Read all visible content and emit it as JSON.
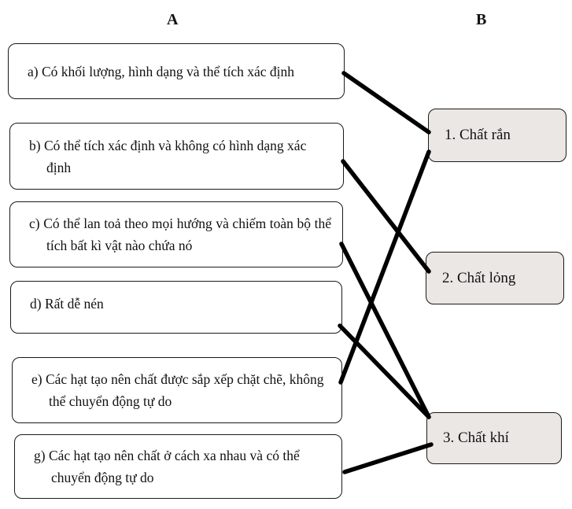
{
  "headers": {
    "column_a": "A",
    "column_b": "B"
  },
  "column_a": [
    {
      "id": "a",
      "label": "a)",
      "text": "Có khối lượng, hình dạng và thể tích xác định",
      "matches": 1
    },
    {
      "id": "b",
      "label": "b)",
      "text": "Có thể tích xác định và không có hình dạng xác định",
      "matches": 2
    },
    {
      "id": "c",
      "label": "c)",
      "text": "Có thể lan toả theo mọi hướng và chiếm toàn bộ thể tích bất kì vật nào chứa nó",
      "matches": 3
    },
    {
      "id": "d",
      "label": "d)",
      "text": "Rất dễ nén",
      "matches": 3
    },
    {
      "id": "e",
      "label": "e)",
      "text": "Các hạt tạo nên chất được sắp xếp chặt chẽ, không thể chuyển động tự do",
      "matches": 1
    },
    {
      "id": "g",
      "label": "g)",
      "text": "Các hạt tạo nên chất ở cách xa nhau và có thể chuyển động tự do",
      "matches": 3
    }
  ],
  "column_b": [
    {
      "id": 1,
      "text": "1. Chất rắn"
    },
    {
      "id": 2,
      "text": "2. Chất lỏng"
    },
    {
      "id": 3,
      "text": "3. Chất khí"
    }
  ],
  "connections": [
    {
      "from": "a",
      "to": 1
    },
    {
      "from": "b",
      "to": 2
    },
    {
      "from": "c",
      "to": 3
    },
    {
      "from": "d",
      "to": 3
    },
    {
      "from": "e",
      "to": 1
    },
    {
      "from": "g",
      "to": 3
    }
  ]
}
